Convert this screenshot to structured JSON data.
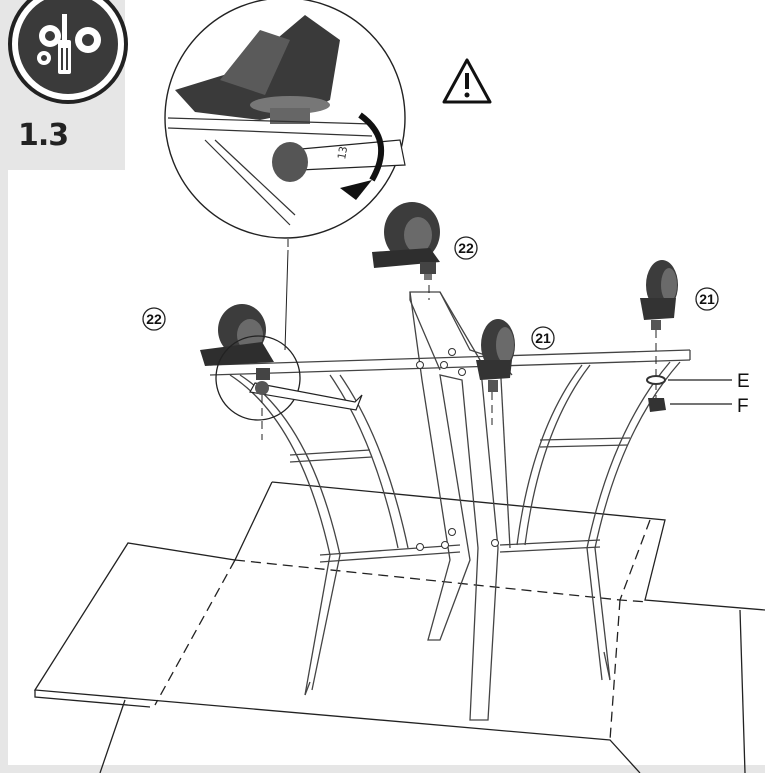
{
  "step": {
    "number": "1.3",
    "icon": "tools-gears-icon"
  },
  "warning": {
    "icon": "warning-triangle-icon",
    "color": "#111111"
  },
  "callouts": [
    {
      "id": "caster-22-top",
      "label": "22"
    },
    {
      "id": "caster-22-left",
      "label": "22"
    },
    {
      "id": "caster-21-center",
      "label": "21"
    },
    {
      "id": "caster-21-right",
      "label": "21"
    }
  ],
  "parts": [
    {
      "id": "washer",
      "letter": "E"
    },
    {
      "id": "nut",
      "letter": "F"
    }
  ],
  "wrench": {
    "size_text": "13"
  },
  "colors": {
    "panel_gray": "#e6e6e6",
    "line": "#333333",
    "wheel_dark": "#3c3c3c",
    "wheel_mid": "#6a6a6a"
  }
}
